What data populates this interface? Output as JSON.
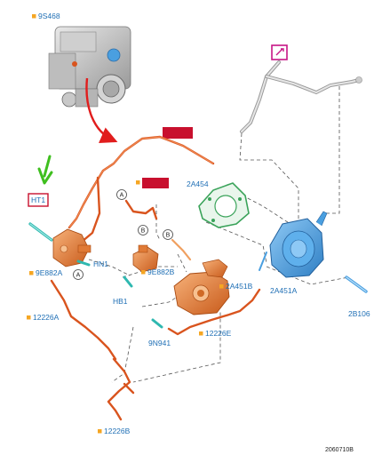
{
  "callouts": [
    {
      "id": "9S468",
      "label": "9S468"
    },
    {
      "id": "2A454",
      "label": "2A454"
    },
    {
      "id": "9E882A",
      "label": "9E882A"
    },
    {
      "id": "HN1",
      "label": "HN1"
    },
    {
      "id": "9E882B",
      "label": "9E882B"
    },
    {
      "id": "2A451B",
      "label": "2A451B"
    },
    {
      "id": "2A451A",
      "label": "2A451A"
    },
    {
      "id": "HB1",
      "label": "HB1"
    },
    {
      "id": "2B106",
      "label": "2B106"
    },
    {
      "id": "12226A",
      "label": "12226A"
    },
    {
      "id": "9N941",
      "label": "9N941"
    },
    {
      "id": "12226E",
      "label": "12226E"
    },
    {
      "id": "12226B",
      "label": "12226B"
    }
  ],
  "highlight_label": "HT1",
  "connectors": {
    "a": "A",
    "b": "B"
  },
  "reference_number": "2060710B",
  "colors": {
    "callout_text": "#1f6fb5",
    "tag_square": "#f5a623",
    "highlight_box": "#c8102e",
    "hose": "#d9541e",
    "pump_blue": "#4a9fe0",
    "gasket_green": "#3aa35a",
    "pointer_arrow": "#e11d1d",
    "indicator_arrow": "#3fbf1f",
    "service_box": "#c71585"
  }
}
